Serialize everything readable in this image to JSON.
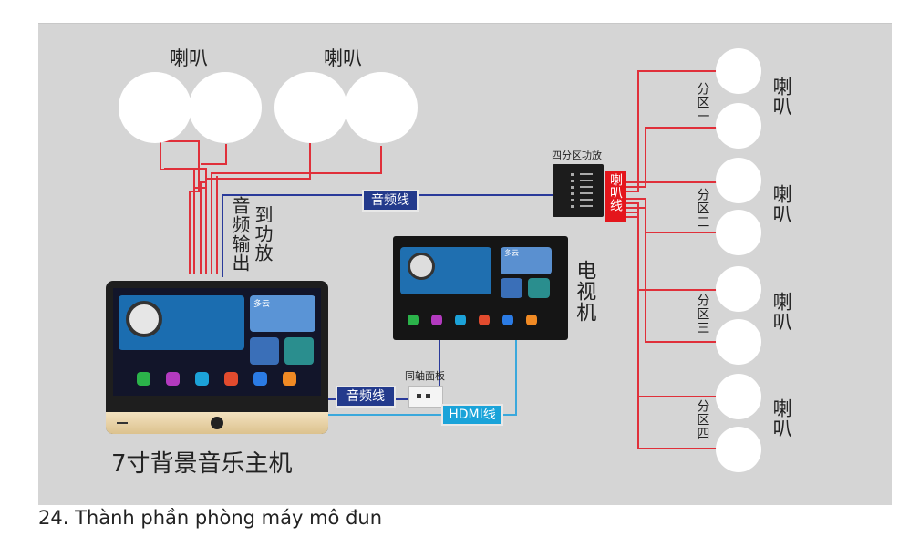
{
  "labels": {
    "speaker_left": "喇叭",
    "speaker_right": "喇叭",
    "audio_out_col1": "音频输出",
    "audio_out_col2": "到功放",
    "audio_line_top": "音频线",
    "amp_title": "四分区功放",
    "red_box": "喇叭线",
    "tv": "电视机",
    "coax_panel": "同轴面板",
    "audio_line_bottom": "音频线",
    "hdmi_line": "HDMI线",
    "host": "7寸背景音乐主机",
    "zone1": "分区一",
    "zone2": "分区二",
    "zone3": "分区三",
    "zone4": "分区四",
    "zone_speaker1": "喇叭",
    "zone_speaker2": "喇叭",
    "zone_speaker3": "喇叭",
    "zone_speaker4": "喇叭"
  },
  "host_screen": {
    "weather": "多云"
  },
  "tv_screen": {
    "weather": "多云"
  },
  "caption": "24. Thành phần phòng máy mô đun",
  "colors": {
    "speaker_wire": "#e0303a",
    "audio_wire": "#2a3a9a",
    "hdmi_wire": "#3aa8dc",
    "background": "#d5d5d5"
  }
}
